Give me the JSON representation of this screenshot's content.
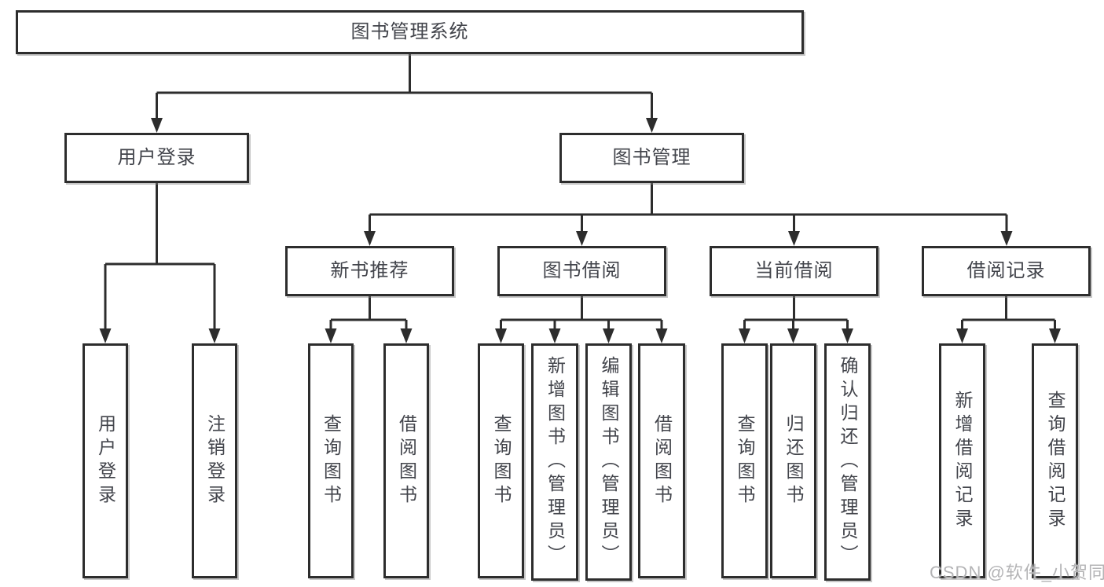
{
  "nodes": {
    "root": "图书管理系统",
    "user_login": "用户登录",
    "book_mgmt": "图书管理",
    "new_books": "新书推荐",
    "book_borrow": "图书借阅",
    "current_borrow": "当前借阅",
    "borrow_records": "借阅记录"
  },
  "leaves": {
    "user_login": [
      "用户登录",
      "注销登录"
    ],
    "new_books": [
      "查询图书",
      "借阅图书"
    ],
    "book_borrow": [
      "查询图书",
      "新增图书（管理员）",
      "编辑图书（管理员）",
      "借阅图书"
    ],
    "current_borrow": [
      "查询图书",
      "归还图书",
      "确认归还（管理员）"
    ],
    "borrow_records": [
      "新增借阅记录",
      "查询借阅记录"
    ]
  },
  "watermark": "CSDN @软件_小贺同学",
  "colors": {
    "line": "#2d2d2d",
    "text": "#42444b",
    "watermark": "#b4b4b6",
    "background": "#ffffff"
  }
}
